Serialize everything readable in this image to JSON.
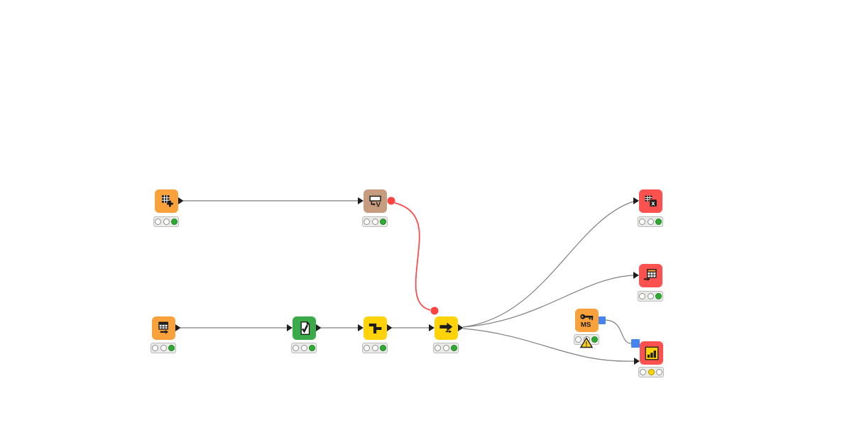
{
  "app": {
    "name": "workflow-editor",
    "background": "#ffffff"
  },
  "palette": {
    "node_orange": "#f9a13b",
    "node_tan": "#c79c7e",
    "node_green": "#3bab49",
    "node_yellow": "#ffd307",
    "node_red": "#fb514f",
    "flow_variable_port_red": "#ff4242",
    "connection_port_blue": "#4583f1",
    "edge_gray": "#7f7f7f",
    "edge_red": "#ff4545",
    "status_green": "#2faa35",
    "status_yellow": "#ffd500",
    "warning_yellow": "#ffd21e",
    "icon_black": "#1d1d1b"
  },
  "icon_text": {
    "variable_v": "V",
    "excel_x": "x",
    "ms_label": "MS",
    "warning_mark": "!"
  },
  "nodes": {
    "table_creator": {
      "status": [
        "off",
        "off",
        "green"
      ]
    },
    "row_to_variable": {
      "status": [
        "off",
        "off",
        "green"
      ]
    },
    "table_reader": {
      "status": [
        "off",
        "off",
        "green"
      ]
    },
    "validator": {
      "status": [
        "off",
        "off",
        "green"
      ]
    },
    "joiner": {
      "status": [
        "off",
        "off",
        "green"
      ]
    },
    "row_splitter": {
      "status": [
        "off",
        "off",
        "green"
      ]
    },
    "excel_writer": {
      "status": [
        "off",
        "off",
        "green"
      ]
    },
    "table_writer": {
      "status": [
        "off",
        "off",
        "green"
      ]
    },
    "ms_authenticator": {
      "status": [
        "off",
        "off",
        "green"
      ],
      "warning": true
    },
    "chart_sender": {
      "status": [
        "off",
        "yellow",
        "off"
      ]
    }
  }
}
